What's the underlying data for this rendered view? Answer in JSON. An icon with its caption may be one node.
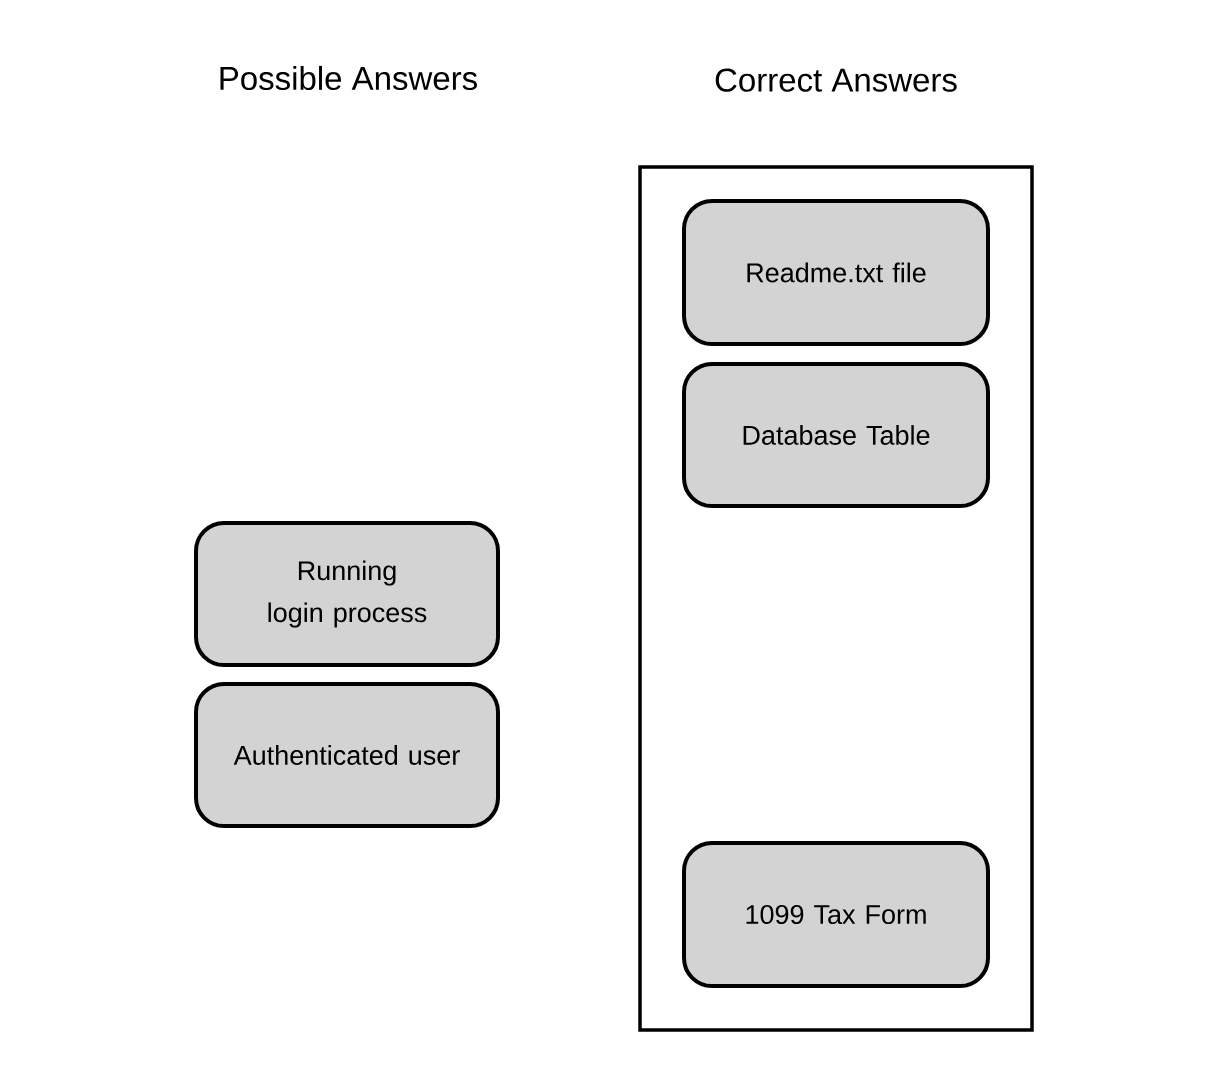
{
  "diagram": {
    "nodes": [
      {
        "text": [
          "Correct Answers"
        ]
      },
      {
        "text": [
          "Readme.txt file"
        ],
        "in": 0
      },
      {
        "text": [
          "Database Table"
        ],
        "in": 0
      },
      {
        "text": [
          "1099 Tax Form"
        ],
        "in": 0
      },
      {
        "text": [
          "Running login process"
        ]
      },
      {
        "text": [
          "Authenticated user"
        ]
      }
    ],
    "edges": [],
    "labels": [
      "Possible Answers"
    ]
  }
}
